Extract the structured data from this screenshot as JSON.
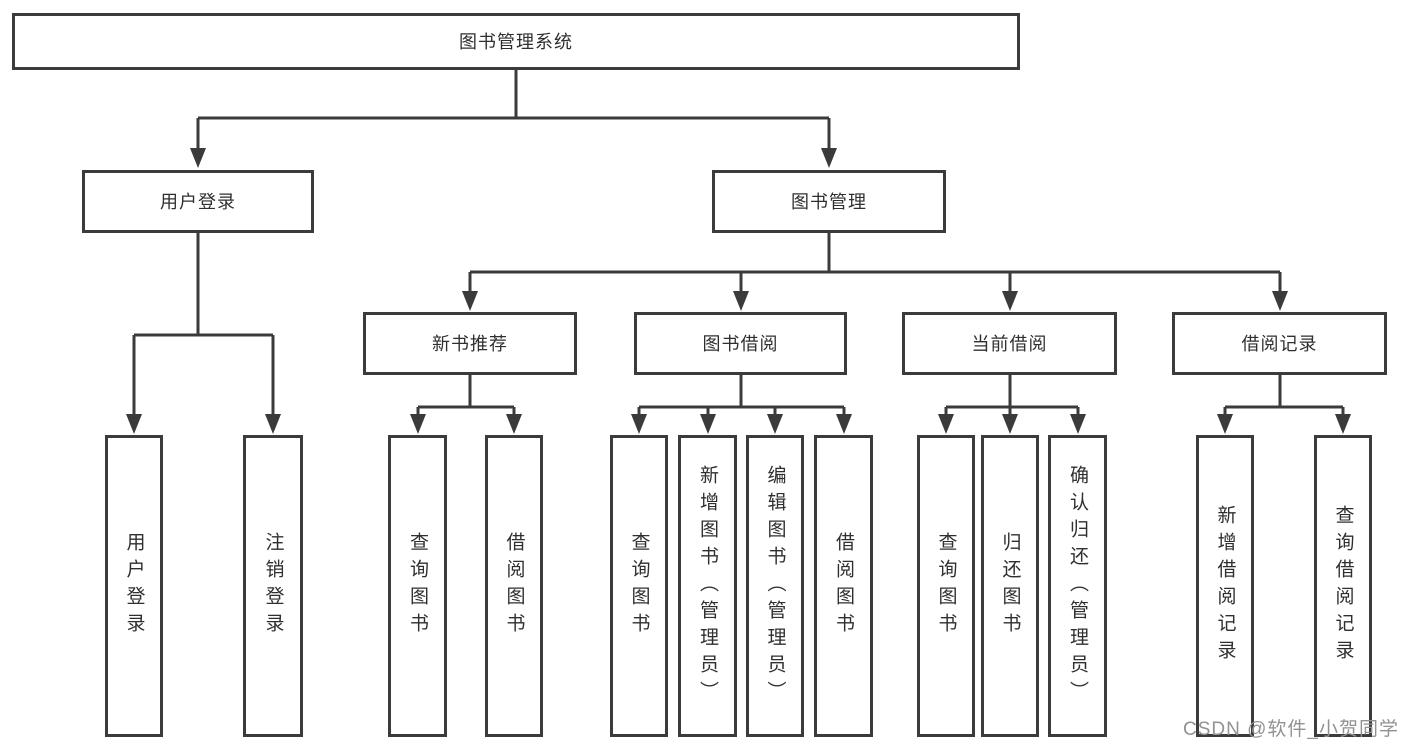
{
  "diagram": {
    "title": "图书管理系统",
    "children": [
      {
        "label": "用户登录",
        "children": [
          {
            "label": "用户登录"
          },
          {
            "label": "注销登录"
          }
        ]
      },
      {
        "label": "图书管理",
        "children": [
          {
            "label": "新书推荐",
            "children": [
              {
                "label": "查询图书"
              },
              {
                "label": "借阅图书"
              }
            ]
          },
          {
            "label": "图书借阅",
            "children": [
              {
                "label": "查询图书"
              },
              {
                "label": "新增图书（管理员）"
              },
              {
                "label": "编辑图书（管理员）"
              },
              {
                "label": "借阅图书"
              }
            ]
          },
          {
            "label": "当前借阅",
            "children": [
              {
                "label": "查询图书"
              },
              {
                "label": "归还图书"
              },
              {
                "label": "确认归还（管理员）"
              }
            ]
          },
          {
            "label": "借阅记录",
            "children": [
              {
                "label": "新增借阅记录"
              },
              {
                "label": "查询借阅记录"
              }
            ]
          }
        ]
      }
    ]
  },
  "watermark": "CSDN @软件_小贺同学",
  "colors": {
    "line": "#3b3b3b",
    "box_border": "#3b3b3b",
    "text": "#2f2f2f",
    "watermark": "#929292",
    "background": "#ffffff"
  }
}
